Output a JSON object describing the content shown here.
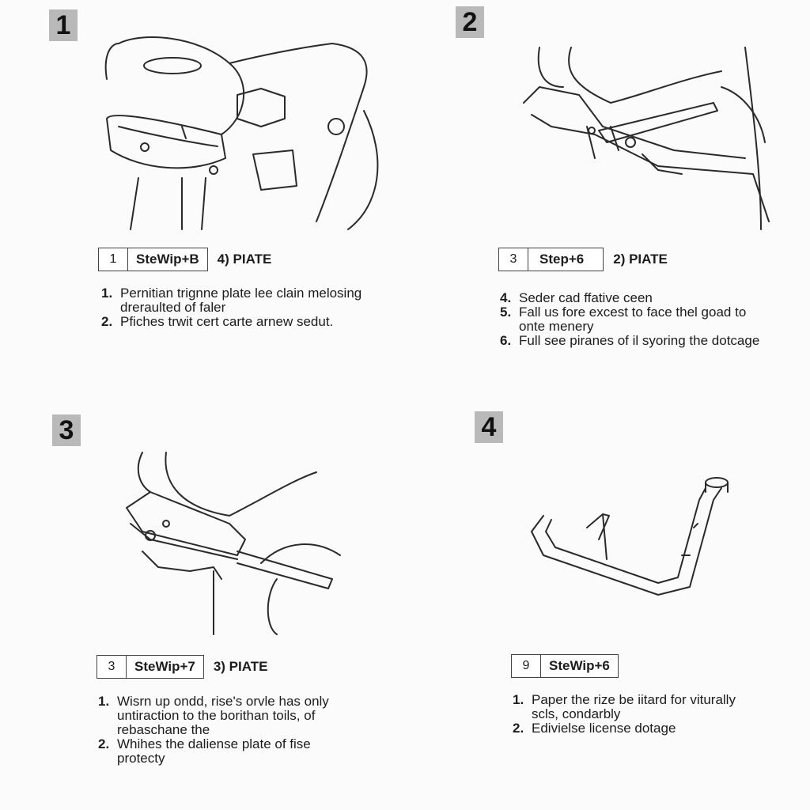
{
  "panels": [
    {
      "number": "1",
      "step": {
        "num": "1",
        "name": "SteWip+B",
        "part": "4) PIATE"
      },
      "instructions": [
        {
          "n": "1.",
          "lines": [
            "Pernitian trignne plate lee clain melosing",
            "dreraulted of faler"
          ]
        },
        {
          "n": "2.",
          "lines": [
            "Pfiches trwit cert carte arnew sedut."
          ]
        }
      ]
    },
    {
      "number": "2",
      "step": {
        "num": "3",
        "name": "Step+6",
        "part": "2) PIATE"
      },
      "instructions": [
        {
          "n": "4.",
          "lines": [
            "Seder cad ffative ceen"
          ]
        },
        {
          "n": "5.",
          "lines": [
            "Fall us fore excest to face thel goad to",
            "onte menery"
          ]
        },
        {
          "n": "6.",
          "lines": [
            "Full see piranes of il syoring the dotcage"
          ]
        }
      ]
    },
    {
      "number": "3",
      "step": {
        "num": "3",
        "name": "SteWip+7",
        "part": "3) PIATE"
      },
      "instructions": [
        {
          "n": "1.",
          "lines": [
            "Wisrn up ondd, rise's orvle has only",
            "untiraction to the borithan toils, of",
            "rebaschane the"
          ]
        },
        {
          "n": "2.",
          "lines": [
            "Whihes the daliense plate  of fise",
            "protecty"
          ]
        }
      ]
    },
    {
      "number": "4",
      "step": {
        "num": "9",
        "name": "SteWip+6",
        "part": ""
      },
      "instructions": [
        {
          "n": "1.",
          "lines": [
            "Paper the rize be iitard for viturally",
            "scls, condarbly"
          ]
        },
        {
          "n": "2.",
          "lines": [
            "Edivielse license dotage"
          ]
        }
      ]
    }
  ],
  "illustrations": [
    "motorcycle-rear-fender-icon",
    "license-bracket-mounting-icon",
    "bracket-attach-frame-icon",
    "license-plate-bracket-icon"
  ]
}
